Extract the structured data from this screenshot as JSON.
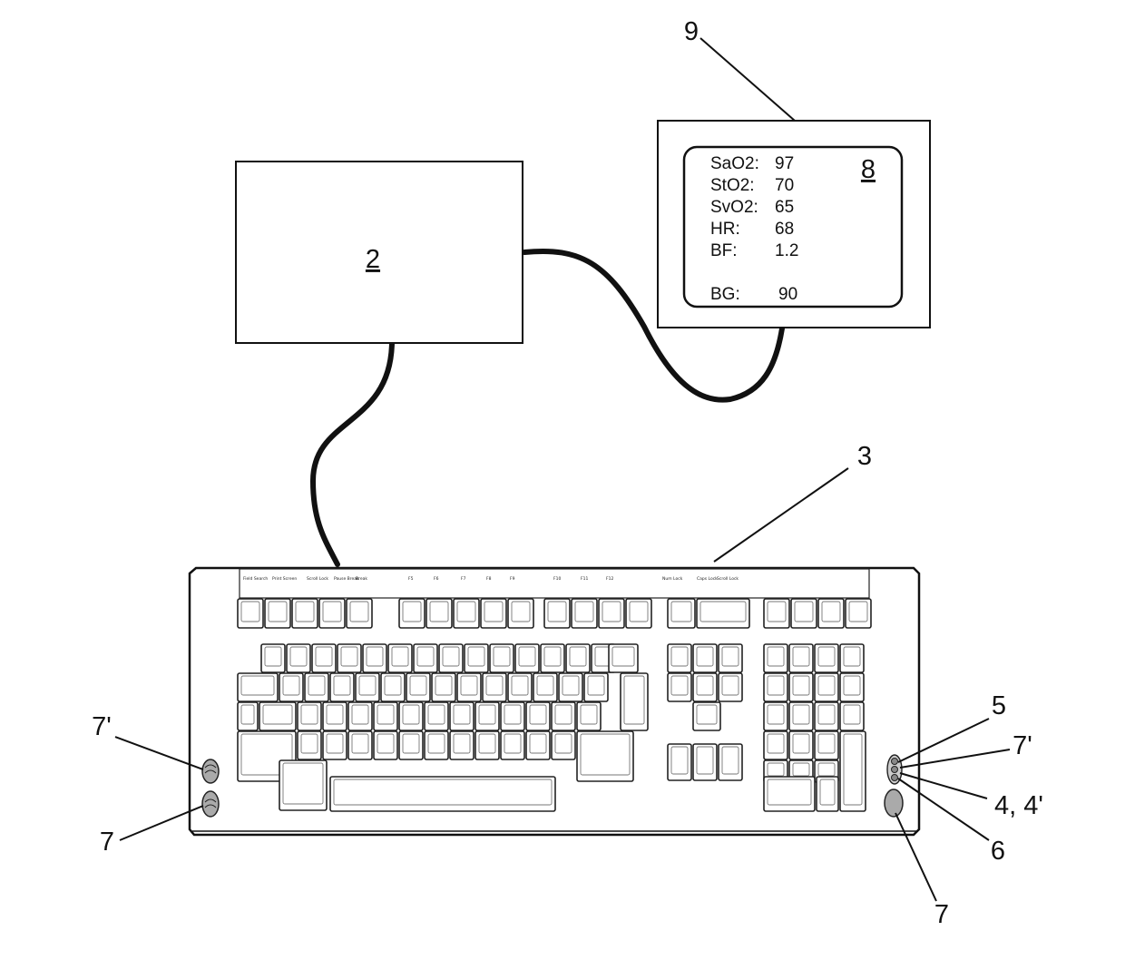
{
  "reference_numerals": {
    "processing_unit": "2",
    "keyboard": "3",
    "sensor": "4, 4'",
    "sensor_area": "5",
    "second_sensor": "6",
    "button_left_upper": "7'",
    "button_left_lower": "7",
    "button_right_upper": "7'",
    "button_right_lower": "7",
    "display_screen": "8",
    "monitor": "9"
  },
  "display_readout": [
    {
      "label": "SaO2:",
      "value": "97"
    },
    {
      "label": "StO2:",
      "value": "70"
    },
    {
      "label": "SvO2:",
      "value": "65"
    },
    {
      "label": "HR:",
      "value": "68"
    },
    {
      "label": "BF:",
      "value": "1.2"
    },
    {
      "label": "BG:",
      "value": "90"
    }
  ],
  "keyboard_function_labels": [
    "Field Search",
    "Print Screen",
    "Scroll Lock",
    "Pause Break",
    "Break",
    "F5",
    "F6",
    "F7",
    "F8",
    "F9",
    "F10",
    "F11",
    "F12",
    "Num Lock",
    "Caps Lock",
    "Scroll Lock"
  ]
}
